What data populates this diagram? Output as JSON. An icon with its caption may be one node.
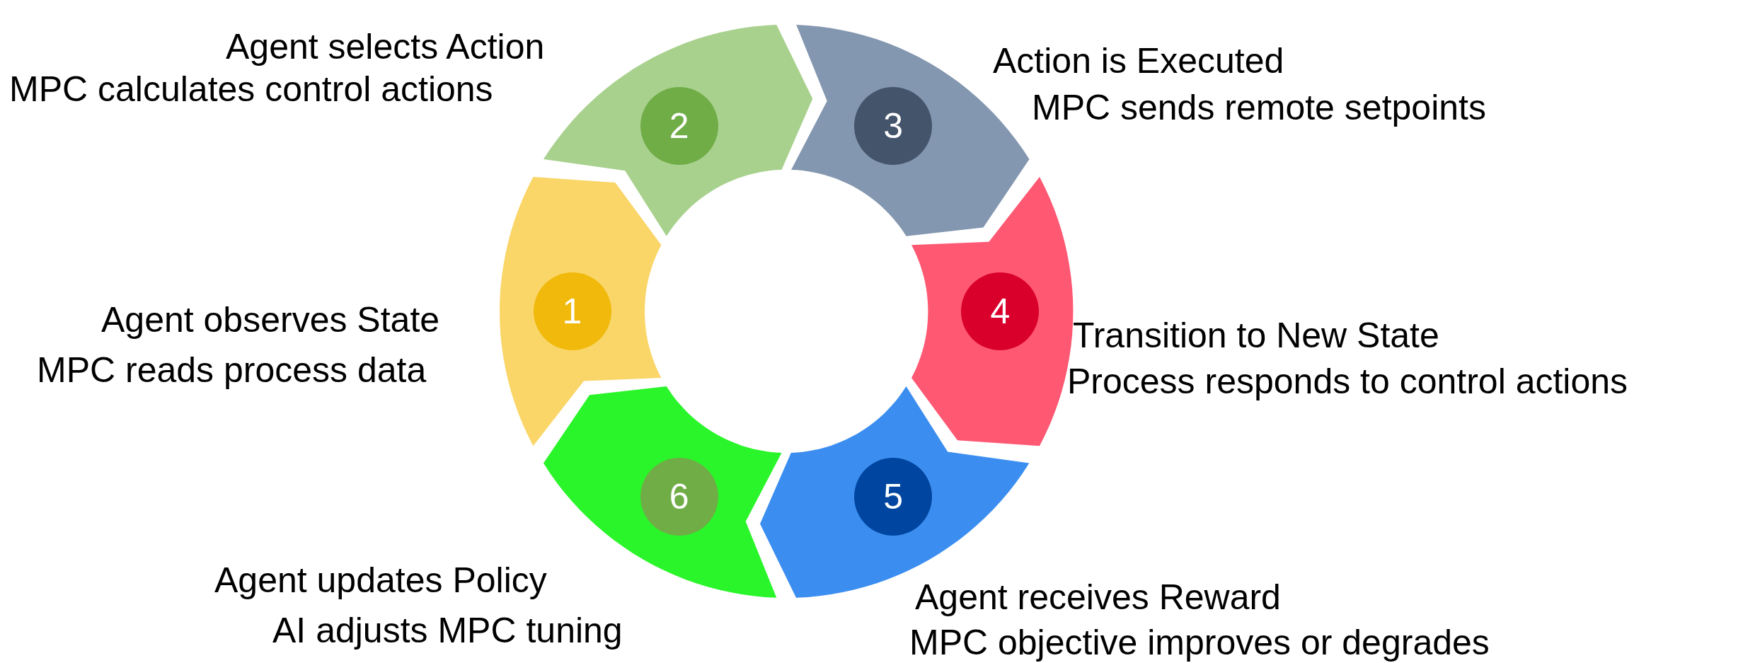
{
  "diagram": {
    "nodes": [
      {
        "text": [
          "1"
        ],
        "beside": [
          "Agent observes State",
          "MPC reads process data"
        ]
      },
      {
        "text": [
          "2"
        ],
        "beside": [
          "Agent selects Action",
          "MPC calculates control actions"
        ]
      },
      {
        "text": [
          "3"
        ],
        "beside": [
          "Action is Executed",
          "MPC sends remote setpoints"
        ]
      },
      {
        "text": [
          "4"
        ],
        "beside": [
          "Transition to New State",
          "Process responds to control actions"
        ]
      },
      {
        "text": [
          "5"
        ],
        "beside": [
          "Agent receives Reward",
          "MPC objective improves or degrades"
        ]
      },
      {
        "text": [
          "6"
        ],
        "beside": [
          "Agent updates Policy",
          "AI adjusts MPC tuning"
        ]
      }
    ]
  }
}
